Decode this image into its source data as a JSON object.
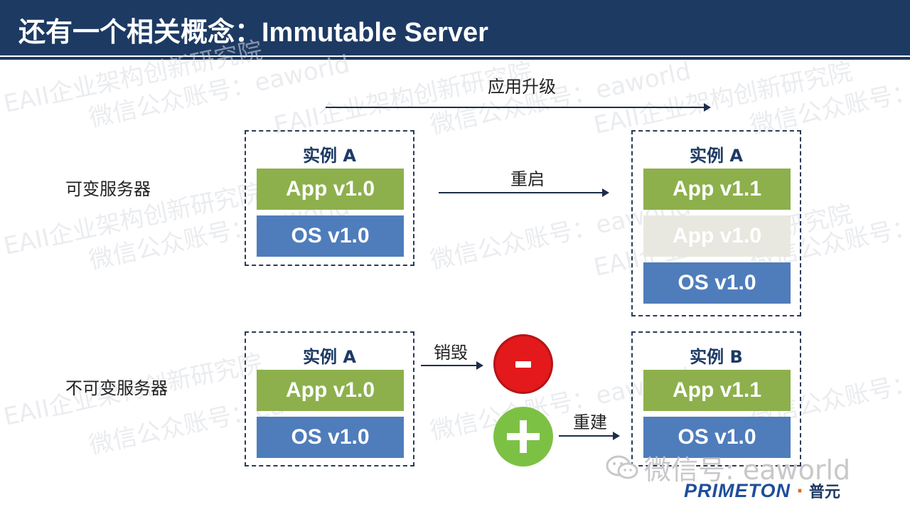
{
  "header": {
    "title": "还有一个相关概念：Immutable Server"
  },
  "top_arrow_label": "应用升级",
  "rows": {
    "mutable": {
      "label": "可变服务器",
      "action": "重启",
      "left_box": {
        "title": "实例 A",
        "app": "App v1.0",
        "os": "OS v1.0"
      },
      "right_box": {
        "title": "实例 A",
        "app_new": "App v1.1",
        "app_old": "App v1.0",
        "os": "OS v1.0"
      }
    },
    "immutable": {
      "label": "不可变服务器",
      "destroy_action": "销毁",
      "rebuild_action": "重建",
      "left_box": {
        "title": "实例 A",
        "app": "App v1.0",
        "os": "OS v1.0"
      },
      "right_box": {
        "title": "实例 B",
        "app": "App v1.1",
        "os": "OS v1.0"
      }
    }
  },
  "icons": {
    "minus": "minus-circle-icon",
    "plus": "plus-circle-icon"
  },
  "colors": {
    "header": "#1d3a63",
    "app_layer": "#8db04c",
    "os_layer": "#4f7dbb",
    "destroy": "#e3191b",
    "rebuild": "#7cc144"
  },
  "watermarks": {
    "text_1": "微信公众账号：eaworld",
    "text_2": "EAII企业架构创新研究院"
  },
  "footer": {
    "wechat": "微信号: eaworld",
    "logo_en": "PRIMETON",
    "logo_dot": "·",
    "logo_cn": "普元"
  }
}
